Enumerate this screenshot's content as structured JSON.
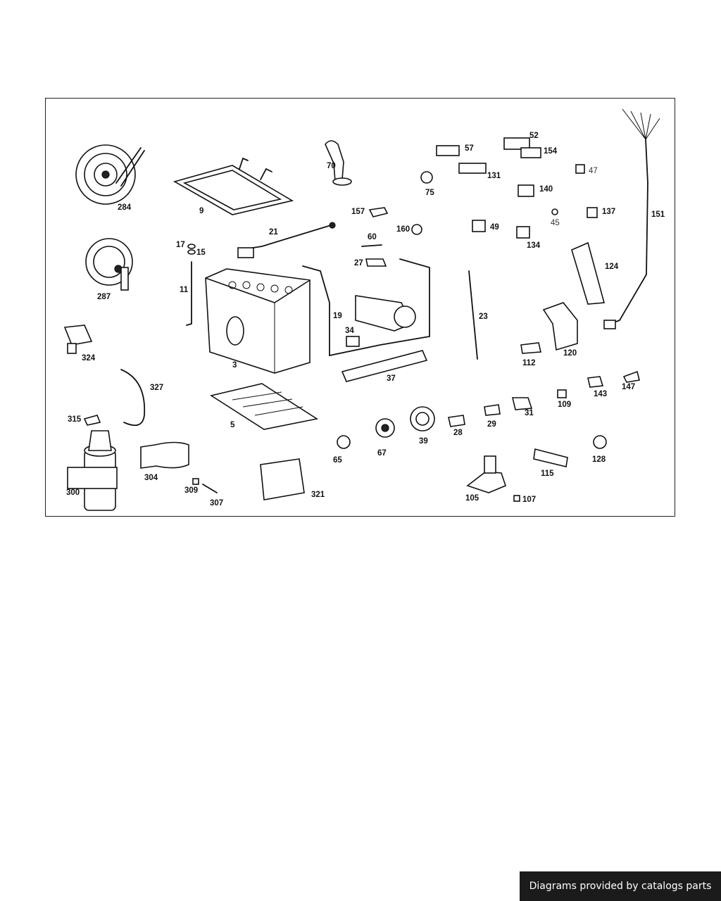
{
  "diagram": {
    "labels": {
      "p284": "284",
      "p9": "9",
      "p70": "70",
      "p57": "57",
      "p52": "52",
      "p154": "154",
      "p131": "131",
      "p47": "47",
      "p75": "75",
      "p140": "140",
      "p151": "151",
      "p157": "157",
      "p160": "160",
      "p60": "60",
      "p49": "49",
      "p45": "45",
      "p137": "137",
      "p134": "134",
      "p124": "124",
      "p21": "21",
      "p17": "17",
      "p15": "15",
      "p287": "287",
      "p11": "11",
      "p27": "27",
      "p19": "19",
      "p23": "23",
      "p34": "34",
      "p3": "3",
      "p120": "120",
      "p112": "112",
      "p324": "324",
      "p37": "37",
      "p327": "327",
      "p147": "147",
      "p143": "143",
      "p109": "109",
      "p31": "31",
      "p5": "5",
      "p29": "29",
      "p315": "315",
      "p28": "28",
      "p39": "39",
      "p67": "67",
      "p65": "65",
      "p128": "128",
      "p304": "304",
      "p300": "300",
      "p309": "309",
      "p307": "307",
      "p321": "321",
      "p115": "115",
      "p105": "105",
      "p107": "107"
    }
  },
  "footer": {
    "credit": "Diagrams provided by catalogs parts"
  }
}
